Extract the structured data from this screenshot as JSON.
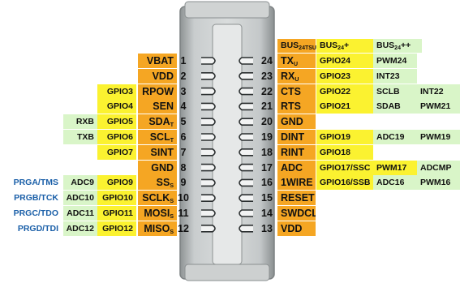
{
  "colors": {
    "orange": "#f5a623",
    "yellow": "#fbf230",
    "green": "#d9f5c8",
    "blue_text": "#1a5fa8",
    "dark_text": "#111111"
  },
  "headers": [
    {
      "base": "BUS",
      "sub": "24TSU",
      "suffix": ""
    },
    {
      "base": "BUS",
      "sub": "24",
      "suffix": "+"
    },
    {
      "base": "BUS",
      "sub": "24",
      "suffix": "++"
    }
  ],
  "left_pins": [
    {
      "num": "1",
      "labels": [
        {
          "text": "VBAT",
          "color": "orange"
        }
      ]
    },
    {
      "num": "2",
      "labels": [
        {
          "text": "VDD",
          "color": "orange"
        }
      ]
    },
    {
      "num": "3",
      "labels": [
        {
          "text": "RPOW",
          "color": "orange"
        },
        {
          "text": "GPIO3",
          "color": "yellow"
        }
      ]
    },
    {
      "num": "4",
      "labels": [
        {
          "text": "SEN",
          "color": "orange"
        },
        {
          "text": "GPIO4",
          "color": "yellow"
        }
      ]
    },
    {
      "num": "5",
      "labels": [
        {
          "text": "SDA",
          "sub": "T",
          "color": "orange"
        },
        {
          "text": "GPIO5",
          "color": "yellow"
        },
        {
          "text": "RXB",
          "color": "green"
        }
      ]
    },
    {
      "num": "6",
      "labels": [
        {
          "text": "SCL",
          "sub": "T",
          "color": "orange"
        },
        {
          "text": "GPIO6",
          "color": "yellow"
        },
        {
          "text": "TXB",
          "color": "green"
        }
      ]
    },
    {
      "num": "7",
      "labels": [
        {
          "text": "SINT",
          "color": "orange"
        },
        {
          "text": "GPIO7",
          "color": "yellow"
        }
      ]
    },
    {
      "num": "8",
      "labels": [
        {
          "text": "GND",
          "color": "orange"
        }
      ]
    },
    {
      "num": "9",
      "labels": [
        {
          "text": "SS",
          "sub": "S",
          "color": "orange"
        },
        {
          "text": "GPIO9",
          "color": "yellow"
        },
        {
          "text": "ADC9",
          "color": "green"
        },
        {
          "text": "PRGA/TMS",
          "color": "blue"
        }
      ]
    },
    {
      "num": "10",
      "labels": [
        {
          "text": "SCLK",
          "sub": "S",
          "color": "orange"
        },
        {
          "text": "GPIO10",
          "color": "yellow"
        },
        {
          "text": "ADC10",
          "color": "green"
        },
        {
          "text": "PRGB/TCK",
          "color": "blue"
        }
      ]
    },
    {
      "num": "11",
      "labels": [
        {
          "text": "MOSI",
          "sub": "S",
          "color": "orange"
        },
        {
          "text": "GPIO11",
          "color": "yellow"
        },
        {
          "text": "ADC11",
          "color": "green"
        },
        {
          "text": "PRGC/TDO",
          "color": "blue"
        }
      ]
    },
    {
      "num": "12",
      "labels": [
        {
          "text": "MISO",
          "sub": "S",
          "color": "orange"
        },
        {
          "text": "GPIO12",
          "color": "yellow"
        },
        {
          "text": "ADC12",
          "color": "green"
        },
        {
          "text": "PRGD/TDI",
          "color": "blue"
        }
      ]
    }
  ],
  "right_pins": [
    {
      "num": "24",
      "labels": [
        {
          "text": "TX",
          "sub": "U",
          "color": "orange"
        },
        {
          "text": "GPIO24",
          "color": "yellow"
        },
        {
          "text": "PWM24",
          "color": "green"
        }
      ]
    },
    {
      "num": "23",
      "labels": [
        {
          "text": "RX",
          "sub": "U",
          "color": "orange"
        },
        {
          "text": "GPIO23",
          "color": "yellow"
        },
        {
          "text": "INT23",
          "color": "green"
        }
      ]
    },
    {
      "num": "22",
      "labels": [
        {
          "text": "CTS",
          "color": "orange"
        },
        {
          "text": "GPIO22",
          "color": "yellow"
        },
        {
          "text": "SCLB",
          "color": "green"
        },
        {
          "text": "INT22",
          "color": "green"
        }
      ]
    },
    {
      "num": "21",
      "labels": [
        {
          "text": "RTS",
          "color": "orange"
        },
        {
          "text": "GPIO21",
          "color": "yellow"
        },
        {
          "text": "SDAB",
          "color": "green"
        },
        {
          "text": "PWM21",
          "color": "green"
        }
      ]
    },
    {
      "num": "20",
      "labels": [
        {
          "text": "GND",
          "color": "orange"
        }
      ]
    },
    {
      "num": "19",
      "labels": [
        {
          "text": "DINT",
          "color": "orange"
        },
        {
          "text": "GPIO19",
          "color": "yellow"
        },
        {
          "text": "ADC19",
          "color": "green"
        },
        {
          "text": "PWM19",
          "color": "green"
        }
      ]
    },
    {
      "num": "18",
      "labels": [
        {
          "text": "RINT",
          "color": "orange"
        },
        {
          "text": "GPIO18",
          "color": "yellow"
        }
      ]
    },
    {
      "num": "17",
      "labels": [
        {
          "text": "ADC",
          "color": "orange"
        },
        {
          "text": "GPIO17/SSC",
          "color": "yellow"
        },
        {
          "text": "PWM17",
          "color": "yellow"
        },
        {
          "text": "ADCMP",
          "color": "green"
        }
      ]
    },
    {
      "num": "16",
      "labels": [
        {
          "text": "1WIRE",
          "color": "orange"
        },
        {
          "text": "GPIO16/SSB",
          "color": "yellow"
        },
        {
          "text": "ADC16",
          "color": "green"
        },
        {
          "text": "PWM16",
          "color": "green"
        }
      ]
    },
    {
      "num": "15",
      "labels": [
        {
          "text": "RESET",
          "color": "orange"
        }
      ]
    },
    {
      "num": "14",
      "labels": [
        {
          "text": "SWDCLK",
          "color": "orange"
        }
      ]
    },
    {
      "num": "13",
      "labels": [
        {
          "text": "VDD",
          "color": "orange"
        }
      ]
    }
  ]
}
